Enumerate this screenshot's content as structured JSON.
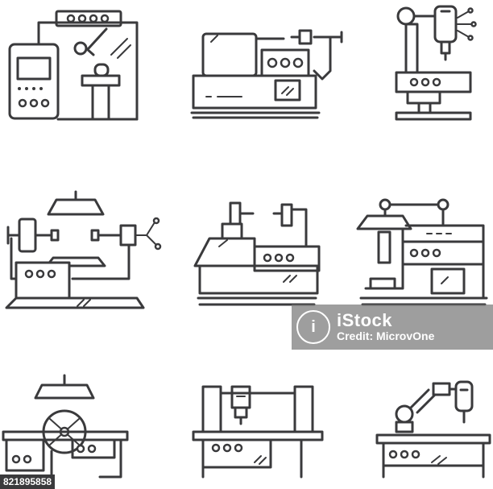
{
  "icons": [
    "industrial-machine-icon",
    "lathe-machine-icon",
    "drill-press-icon",
    "boring-machine-icon",
    "cnc-milling-machine-icon",
    "press-machine-icon",
    "circular-saw-machine-icon",
    "gantry-router-icon",
    "robot-arm-machine-icon"
  ],
  "watermark": {
    "logo": "i",
    "brand": "iStock",
    "credit": "Credit: MicrovOne"
  },
  "image_id": "821895858",
  "colors": {
    "stroke": "#3a3a3c",
    "background": "#ffffff"
  }
}
